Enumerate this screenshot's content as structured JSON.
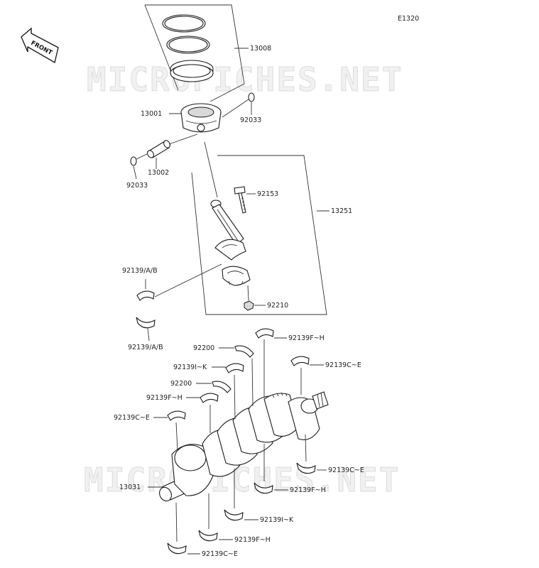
{
  "diagram_code": "E1320",
  "front_label": "FRONT",
  "watermark": "MICROFICHES.NET",
  "labels": {
    "rings": "13008",
    "piston": "13001",
    "clip_right": "92033",
    "pin": "13002",
    "clip_left": "92033",
    "rod_bolt": "92153",
    "conrod_assy": "13251",
    "rod_bearing_upper": "92139/A/B",
    "rod_bearing_lower": "92139/A/B",
    "rod_nut": "92210",
    "main_fh_top": "92139F~H",
    "thrust_upper": "92200",
    "main_ce_top_right": "92139C~E",
    "main_ik_top": "92139I~K",
    "thrust_lower": "92200",
    "main_fh_mid": "92139F~H",
    "main_ce_left": "92139C~E",
    "crankshaft": "13031",
    "main_ce_bottom_right": "92139C~E",
    "main_fh_bottom_right": "92139F~H",
    "main_ik_bottom": "92139I~K",
    "main_fh_bottom": "92139F~H",
    "main_ce_bottom": "92139C~E"
  }
}
